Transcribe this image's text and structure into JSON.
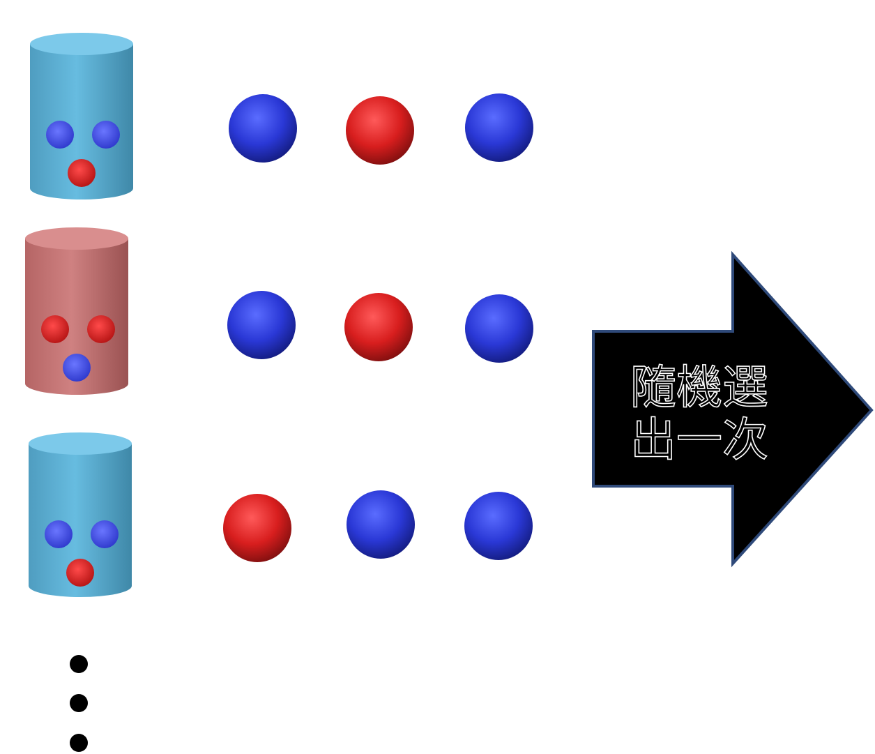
{
  "rows": [
    {
      "jar": "blue",
      "jar_balls": [
        "blue",
        "blue",
        "red"
      ],
      "drawn": [
        "blue",
        "red",
        "blue"
      ]
    },
    {
      "jar": "red",
      "jar_balls": [
        "red",
        "red",
        "blue"
      ],
      "drawn": [
        "blue",
        "red",
        "blue"
      ]
    },
    {
      "jar": "blue",
      "jar_balls": [
        "blue",
        "blue",
        "red"
      ],
      "drawn": [
        "red",
        "blue",
        "blue"
      ]
    }
  ],
  "arrow": {
    "line1": "隨機選",
    "line2": "出一次"
  },
  "colors": {
    "blue_jar": "#5fb3d6",
    "red_jar": "#c67575",
    "blue_ball": "#2233cc",
    "red_ball": "#d01c1c",
    "arrow_fill": "#000000",
    "arrow_stroke": "#2f4a7a",
    "arrow_text": "#ffffff"
  },
  "continuation": "vertical-ellipsis"
}
